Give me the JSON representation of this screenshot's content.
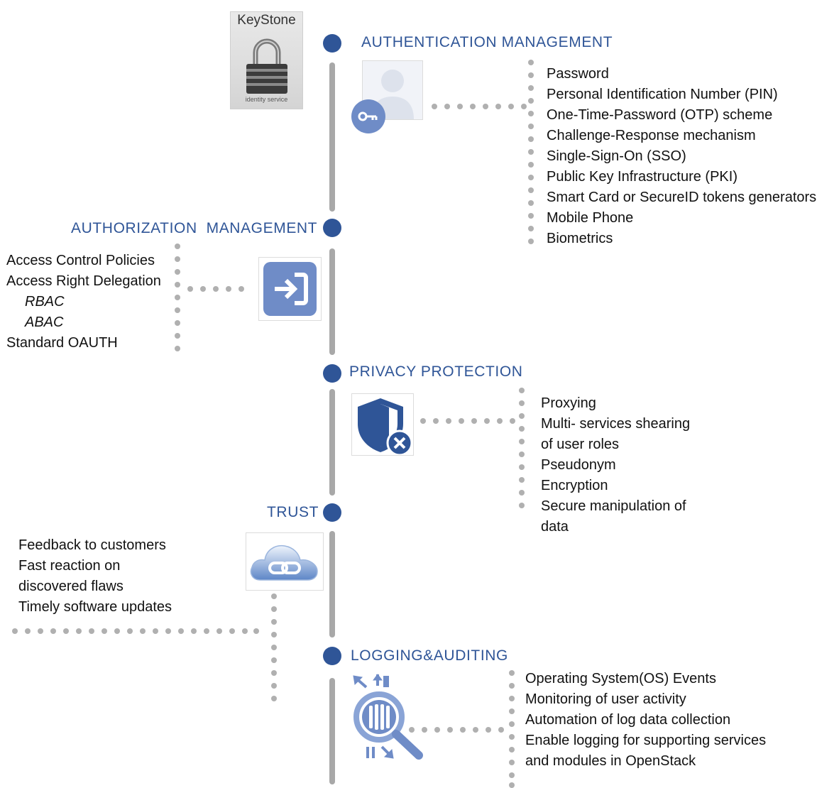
{
  "logo": {
    "text": "KeyStone",
    "subtext": "identity service"
  },
  "sections": {
    "authentication": {
      "title": "AUTHENTICATION MANAGEMENT",
      "items": [
        "Password",
        "Personal Identification Number (PIN)",
        "One-Time-Password (OTP) scheme",
        "Challenge-Response mechanism",
        "Single-Sign-On (SSO)",
        "Public Key Infrastructure (PKI)",
        "Smart Card or SecureID tokens generators",
        "Mobile Phone",
        "Biometrics"
      ]
    },
    "authorization": {
      "title": "AUTHORIZATION  MANAGEMENT",
      "items": [
        "Access Control Policies",
        "Access Right Delegation",
        "RBAC",
        "ABAC",
        "Standard OAUTH"
      ]
    },
    "privacy": {
      "title": "PRIVACY PROTECTION",
      "items": [
        "Proxying",
        "Multi- services shearing",
        "of user roles",
        "Pseudonym",
        "Encryption",
        "Secure manipulation of",
        "data"
      ]
    },
    "trust": {
      "title": "TRUST",
      "items": [
        "Feedback to customers",
        "Fast reaction on",
        "discovered flaws",
        "Timely software updates"
      ]
    },
    "logging": {
      "title": "LOGGING&AUDITING",
      "items": [
        "Operating System(OS) Events",
        "Monitoring of user activity",
        "Automation of log data collection",
        "Enable logging for supporting services",
        "and modules in OpenStack"
      ]
    }
  },
  "colors": {
    "accent": "#2f5597",
    "timeline": "#a8a8a8",
    "dots": "#b0b0b0",
    "icon": "#6f8cc7"
  }
}
